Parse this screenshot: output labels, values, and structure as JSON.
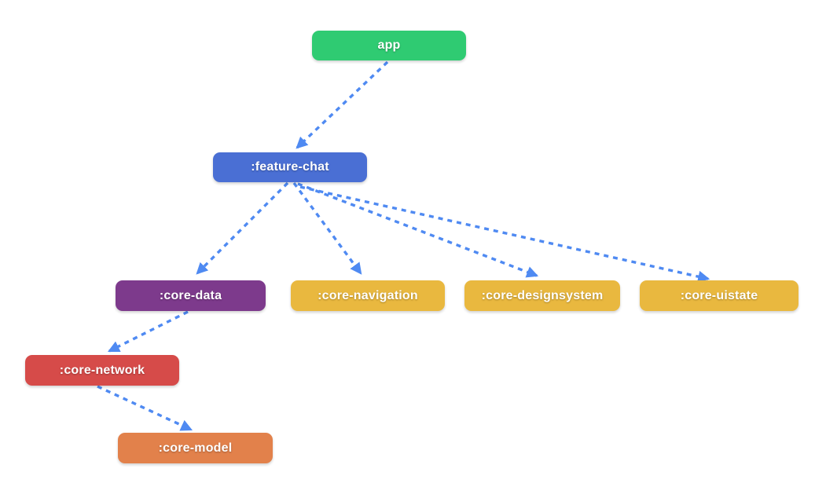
{
  "graph": {
    "background": "#ffffff",
    "text_color": "#ffffff",
    "nodes": [
      {
        "id": "app",
        "label": "app",
        "color": "#2fcb72"
      },
      {
        "id": "feature-chat",
        "label": ":feature-chat",
        "color": "#4a6fd4"
      },
      {
        "id": "core-data",
        "label": ":core-data",
        "color": "#7d3a8c"
      },
      {
        "id": "core-navigation",
        "label": ":core-navigation",
        "color": "#e9b83f"
      },
      {
        "id": "core-designsystem",
        "label": ":core-designsystem",
        "color": "#e9b83f"
      },
      {
        "id": "core-uistate",
        "label": ":core-uistate",
        "color": "#e9b83f"
      },
      {
        "id": "core-network",
        "label": ":core-network",
        "color": "#d64b49"
      },
      {
        "id": "core-model",
        "label": ":core-model",
        "color": "#e2814b"
      }
    ],
    "edges": [
      {
        "from": "app",
        "to": ":feature-chat"
      },
      {
        "from": ":feature-chat",
        "to": ":core-data"
      },
      {
        "from": ":feature-chat",
        "to": ":core-navigation"
      },
      {
        "from": ":feature-chat",
        "to": ":core-designsystem"
      },
      {
        "from": ":feature-chat",
        "to": ":core-uistate"
      },
      {
        "from": ":core-data",
        "to": ":core-network"
      },
      {
        "from": ":core-network",
        "to": ":core-model"
      }
    ],
    "edge_style": {
      "color": "#4f8af2",
      "line": "dashed",
      "arrow": "triangle"
    }
  }
}
